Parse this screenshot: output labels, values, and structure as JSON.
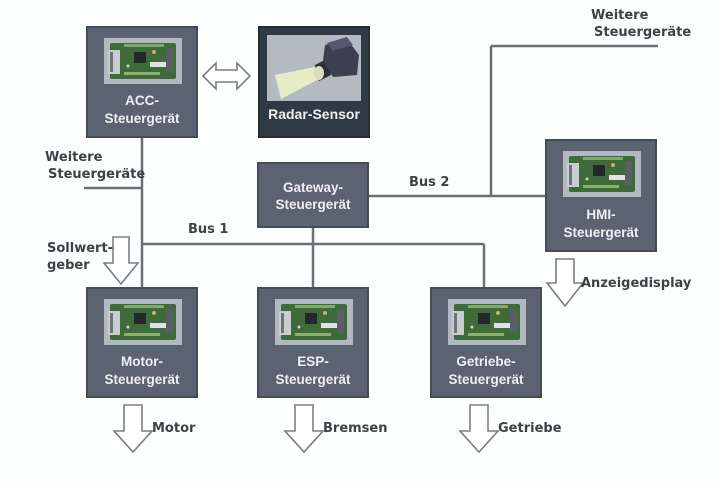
{
  "diagram": {
    "units": {
      "acc": {
        "label_line1": "ACC-",
        "label_line2": "Steuergerät",
        "icon": "circuit-board-icon"
      },
      "radar": {
        "label": "Radar-Sensor",
        "icon": "radar-sensor-icon"
      },
      "gateway": {
        "label_line1": "Gateway-",
        "label_line2": "Steuergerät"
      },
      "hmi": {
        "label_line1": "HMI-",
        "label_line2": "Steuergerät",
        "icon": "circuit-board-icon"
      },
      "motor": {
        "label_line1": "Motor-",
        "label_line2": "Steuergerät",
        "icon": "circuit-board-icon"
      },
      "esp": {
        "label_line1": "ESP-",
        "label_line2": "Steuergerät",
        "icon": "circuit-board-icon"
      },
      "getriebe": {
        "label_line1": "Getriebe-",
        "label_line2": "Steuergerät",
        "icon": "circuit-board-icon"
      }
    },
    "buses": {
      "bus1": "Bus 1",
      "bus2": "Bus 2"
    },
    "labels": {
      "weitere_top_line1": "Weitere",
      "weitere_top_line2": "Steuergeräte",
      "weitere_left_line1": "Weitere",
      "weitere_left_line2": "Steuergeräte",
      "sollwert_line1": "Sollwert-",
      "sollwert_line2": "geber",
      "anzeigedisplay": "Anzeigedisplay",
      "motor_out": "Motor",
      "bremsen_out": "Bremsen",
      "getriebe_out": "Getriebe"
    },
    "colors": {
      "box": "#5b6370",
      "radar_box": "#2f3a44",
      "line": "#6b6f74",
      "text": "#3e4246"
    }
  }
}
